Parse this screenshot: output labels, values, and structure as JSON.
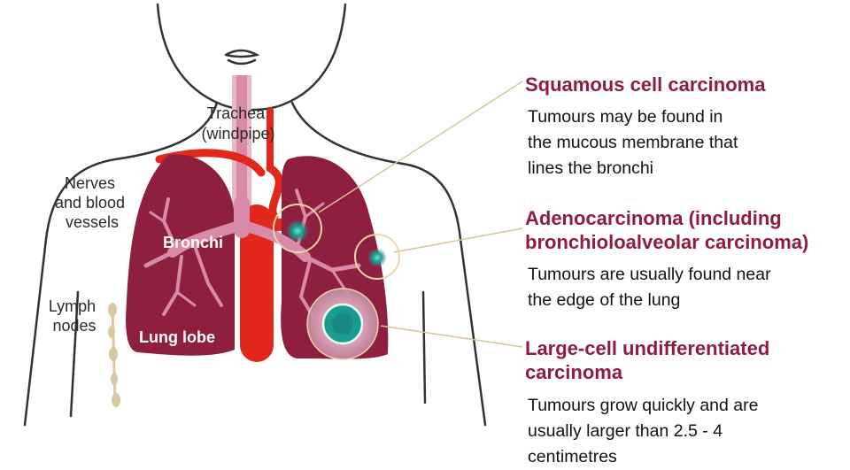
{
  "labels": {
    "trachea": [
      "Trachea",
      "(windpipe)"
    ],
    "nerves": [
      "Nerves",
      "and blood",
      "vessels"
    ],
    "bronchi": "Bronchi",
    "lymph": [
      "Lymph",
      "nodes"
    ],
    "lung_lobe": "Lung lobe"
  },
  "types": [
    {
      "title": "Squamous cell carcinoma",
      "description": "Tumours may be found in\nthe mucous membrane that\nlines the bronchi"
    },
    {
      "title": "Adenocarcinoma (including\nbronchioloalveolar carcinoma)",
      "description": "Tumours are usually found near\nthe edge of the lung"
    },
    {
      "title": "Large-cell undifferentiated\ncarcinoma",
      "description": "Tumours grow quickly and are\nusually larger than 2.5 - 4\ncentimetres"
    }
  ],
  "colors": {
    "lung": "#8e1f3e",
    "airway": "#d98aa8",
    "vessel": "#e2271b",
    "tumour": "#1b9a90",
    "title": "#8f1d3e",
    "outline": "#333333",
    "lymph_node": "#d9c9a0"
  }
}
